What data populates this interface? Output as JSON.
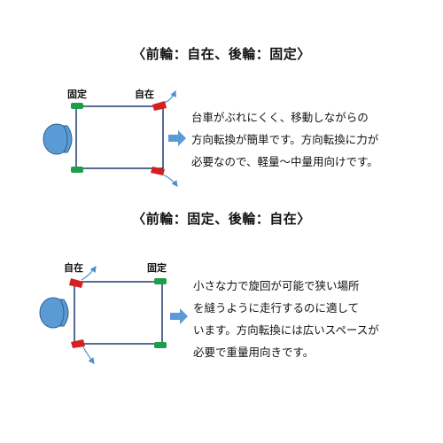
{
  "section1": {
    "title": "〈前輪：自在、後輪：固定〉",
    "front_label": "固定",
    "rear_label": "自在",
    "description": [
      "台車がぶれにくく、移動しながらの",
      "方向転換が簡単です。方向転換に力が",
      "必要なので、軽量～中量用向けです。"
    ]
  },
  "section2": {
    "title": "〈前輪：固定、後輪：自在〉",
    "front_label": "自在",
    "rear_label": "固定",
    "description": [
      "小さな力で旋回が可能で狭い場所",
      "を縫うように走行するのに適して",
      "います。方向転換には広いスペースが",
      "必要で重量用向きです。"
    ]
  },
  "colors": {
    "fixed_wheel": "#1e9e4a",
    "caster_wheel": "#d42020",
    "person": "#5b9bd5",
    "arrow": "#4f8fcf",
    "cart_outline": "#1f3b73"
  }
}
